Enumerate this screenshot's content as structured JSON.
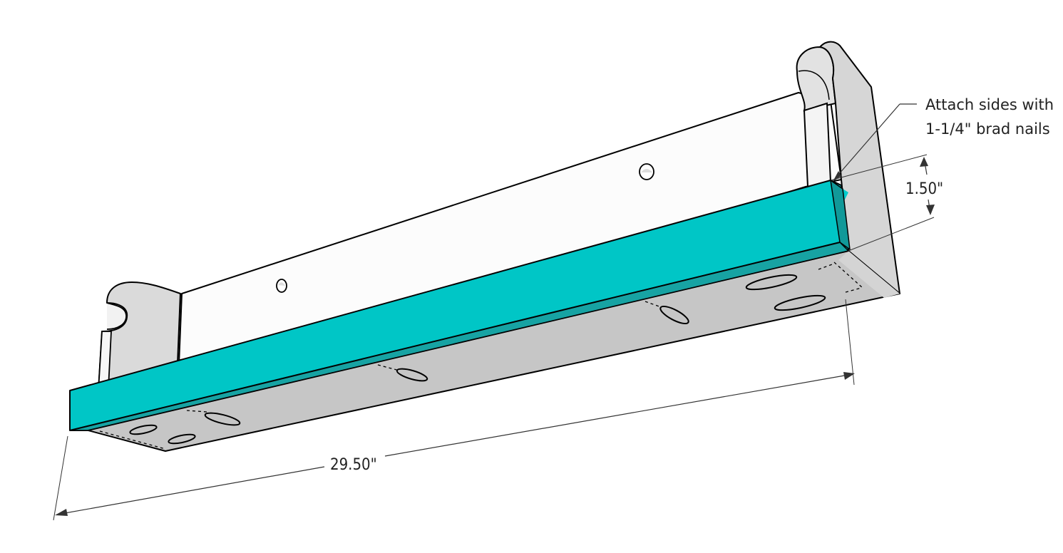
{
  "colors": {
    "board_white": "#fcfcfc",
    "board_shade": "#dcdcdc",
    "bottom_gray": "#c6c6c6",
    "rail_top": "#00cccc",
    "rail_front": "#1aa8a8",
    "rail_end": "#119999",
    "outline": "#000000",
    "dimension_line": "#333333"
  },
  "callout": {
    "line1": "Attach sides with",
    "line2": "1-1/4\" brad nails"
  },
  "dimensions": {
    "rail_height": "1.50\"",
    "length": "29.50\""
  },
  "icons": [
    "pocket-hole",
    "screw-hole",
    "arrowhead"
  ]
}
